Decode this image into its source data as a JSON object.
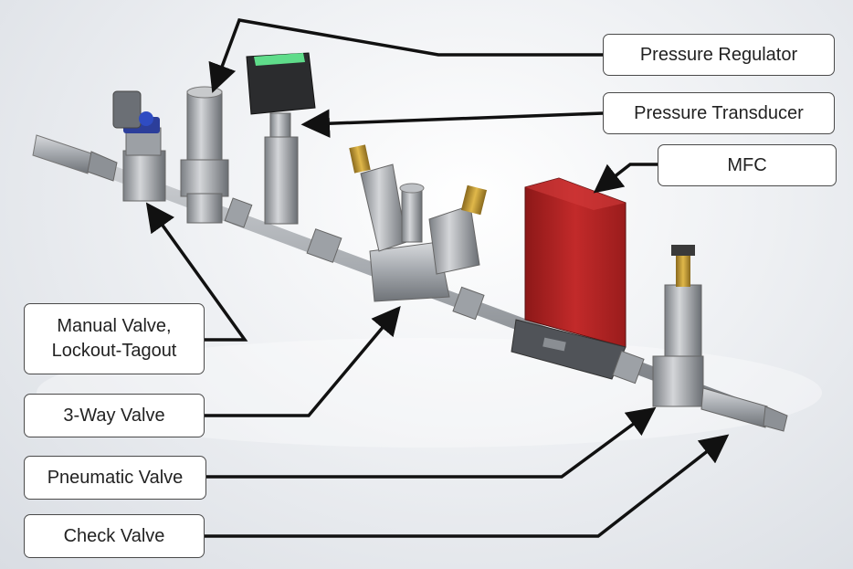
{
  "labels": {
    "pressure_regulator": "Pressure Regulator",
    "pressure_transducer": "Pressure Transducer",
    "mfc": "MFC",
    "manual_valve_line1": "Manual Valve,",
    "manual_valve_line2": "Lockout-Tagout",
    "three_way_valve": "3-Way Valve",
    "pneumatic_valve": "Pneumatic Valve",
    "check_valve": "Check Valve"
  },
  "colors": {
    "mfc_body": "#b32222",
    "transducer_display": "#5fdc8a",
    "pipe": "#9a9ea3",
    "leader_line": "#111111"
  }
}
